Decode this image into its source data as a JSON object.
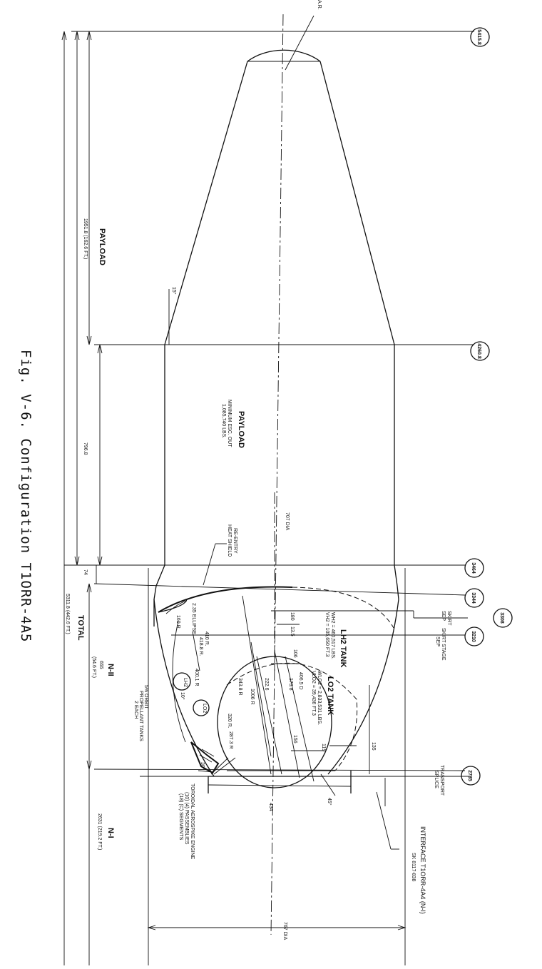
{
  "caption": "Fig. V-6. Configuration T1ORR-4A5",
  "stations": [
    "5415.8",
    "4260.8",
    "3464",
    "3344",
    "3308",
    "3210",
    "2735"
  ],
  "station_labels": {
    "skirt_sep_1": "SKIRT",
    "skirt_sep_2": "SEP",
    "skirt_stage_sep_1": "SKIRT STAGE",
    "skirt_stage_sep_2": "SEP",
    "transport_splice_1": "TRANSPORT",
    "transport_splice_2": "SPLICE"
  },
  "dimensions": {
    "payload_len": "1951.8 (162.6 FT.)",
    "payload_cyl_len": "796.8",
    "gap": "74",
    "total": "5311.8 (442.6 FT.)",
    "n2_len": "655",
    "n2_ft": "(54.6 FT.)",
    "n1_len": "2631 (219.2 FT.)",
    "payload_dia": "707 DIA",
    "base_dia": "767 DIA",
    "d434": "434",
    "d135": "135",
    "d119": "119",
    "d156": "156",
    "d180": "180",
    "d13_5": "13.5",
    "d106": "106",
    "d173_8": "173.8",
    "d222_6": "222.6",
    "d406": "406.5 D",
    "angle_15": "15°",
    "angle_45": "45°",
    "angle_30": "30°",
    "angle_10": "10°"
  },
  "labels": {
    "payload_upper": "PAYLOAD",
    "payload_main": "PAYLOAD",
    "payload_sub_1": "MINIMUM ESC. OUT",
    "payload_sub_2": "1,085,740 LBS.",
    "total": "TOTAL",
    "n2": "N-II",
    "n1": "N-I",
    "reentry_1": "RE-ENTRY",
    "reentry_2": "HEAT SHIELD",
    "ellipse": "2.35 ELLIPSE",
    "r160": "160 R.",
    "r410": "410 R.",
    "r418": "418.8 R.",
    "r4001": "400.1 R",
    "r343": "343.8 R",
    "r1006": "1006 R",
    "r320": "320 R.",
    "r287": "287.3 R",
    "lh2_tank": "LH2 TANK",
    "lh2_sub_1": "WH2 = 460,517 LBS.",
    "lh2_sub_2": "VH2 = 105,650 FT.3",
    "lo2_tank": "LO2 TANK",
    "lo2_sub_1": "WLO2 = 2,833,531 LBS.",
    "lo2_sub_2": "VLO2 = 39,436 FT.3",
    "lh2_small": "LH2",
    "lo2_small": "LO2",
    "prop_1": "5% ORBIT",
    "prop_2": "PROPELLANT TANKS",
    "prop_3": "2 EACH",
    "engine_1": "TOROIDAL AEROSPIKE ENGINE",
    "engine_2": "(10) (4) PASSEMBLIES",
    "engine_3": "(18) (C) SEGMENTS",
    "interface_1": "INTERFACE T1ORR-4A4 (N-I)",
    "interface_2": "SK 8117-838",
    "top_partial": "A.R."
  },
  "colors": {
    "ink": "#111111",
    "paper": "#ffffff"
  }
}
